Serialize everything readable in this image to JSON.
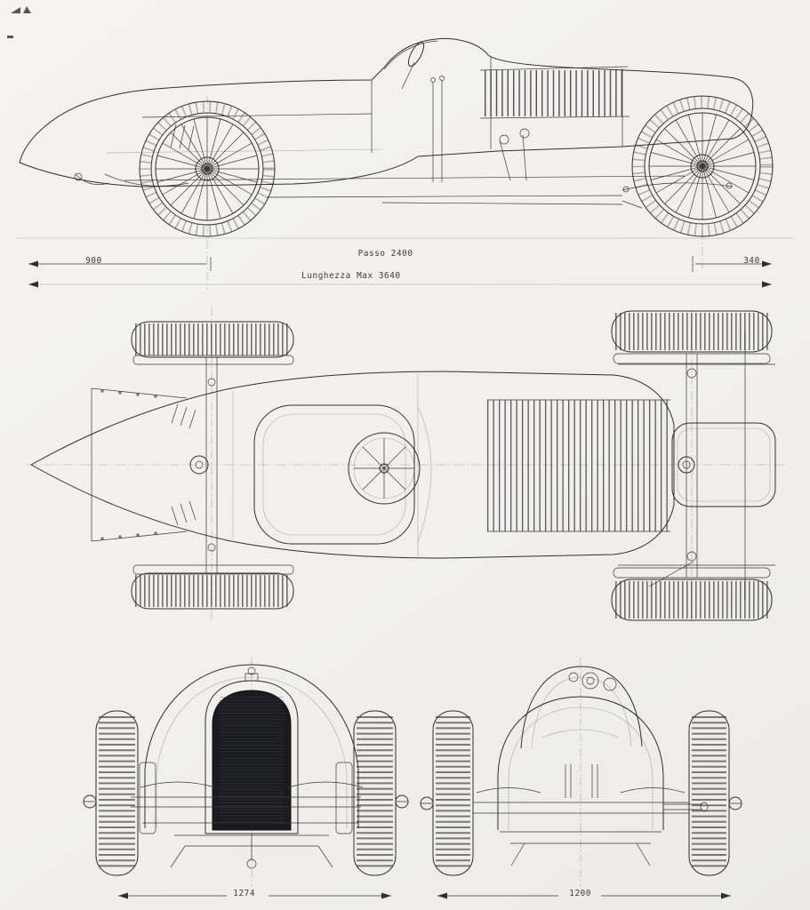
{
  "sheet": {
    "background": "#f2f1ee",
    "ink": "#2f2f2f",
    "radiator_fill": "#1a1a20"
  },
  "drawing": {
    "subject": "vintage grand prix car blueprint, three orthographic views"
  },
  "annotations": {
    "front_overhang": "900",
    "wheelbase": "Passo 2400",
    "rear_overhang": "340",
    "overall_length": "Lunghezza Max  3640",
    "front_track": "1274",
    "rear_track": "1200"
  }
}
